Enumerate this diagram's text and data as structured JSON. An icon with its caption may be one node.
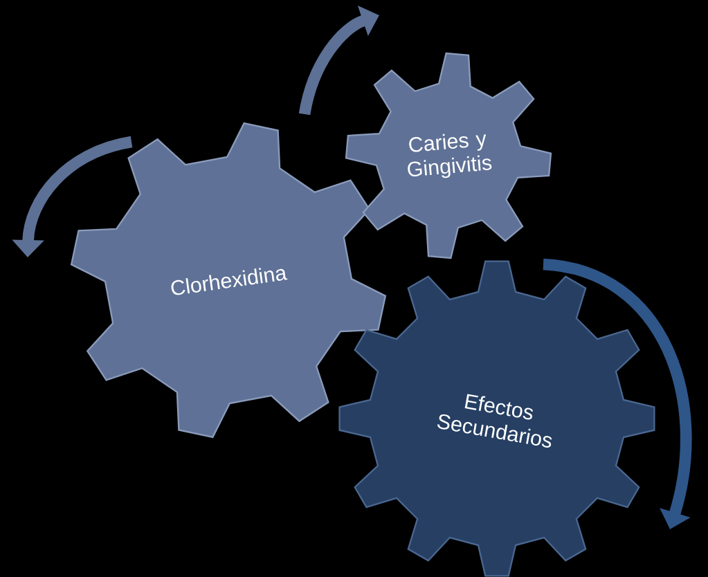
{
  "diagram": {
    "nodes": [
      {
        "text": [
          "Clorhexidina"
        ]
      },
      {
        "text": [
          "Caries y Gingivitis"
        ]
      },
      {
        "text": [
          "Efectos Secundarios"
        ]
      }
    ]
  }
}
